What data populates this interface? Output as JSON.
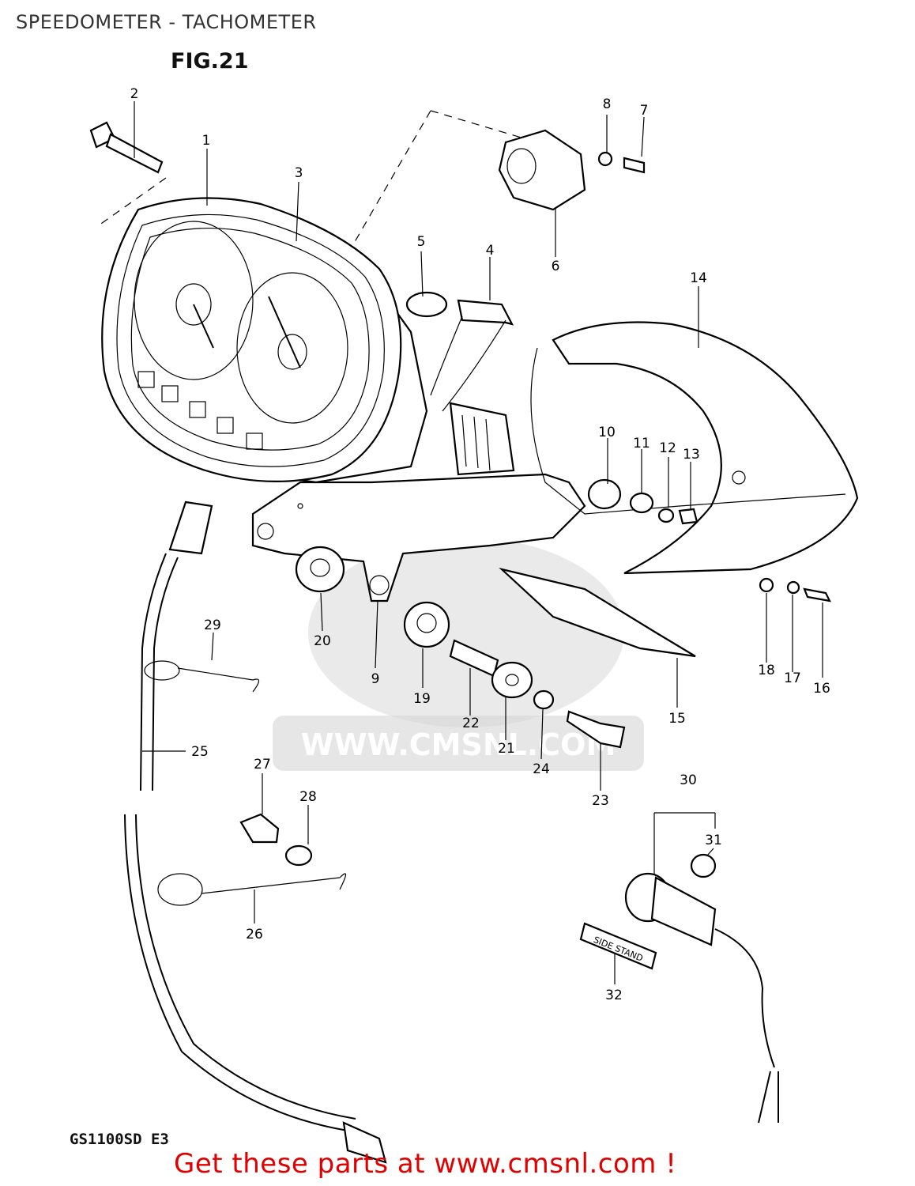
{
  "header": {
    "title": "SPEEDOMETER - TACHOMETER"
  },
  "figure": {
    "label": "FIG.21",
    "model_code": "GS1100SD E3",
    "watermark": "WWW.CMSNL.COM",
    "decal_text": "SIDE STAND"
  },
  "callouts": [
    "1",
    "2",
    "3",
    "4",
    "5",
    "6",
    "7",
    "8",
    "9",
    "10",
    "11",
    "12",
    "13",
    "14",
    "15",
    "16",
    "17",
    "18",
    "19",
    "20",
    "21",
    "22",
    "23",
    "24",
    "25",
    "26",
    "27",
    "28",
    "29",
    "30",
    "31",
    "32"
  ],
  "footer": {
    "banner": "Get these parts at www.cmsnl.com !"
  },
  "colors": {
    "banner": "#e00000",
    "line_art": "#000000",
    "watermark": "#d6d6d6"
  }
}
